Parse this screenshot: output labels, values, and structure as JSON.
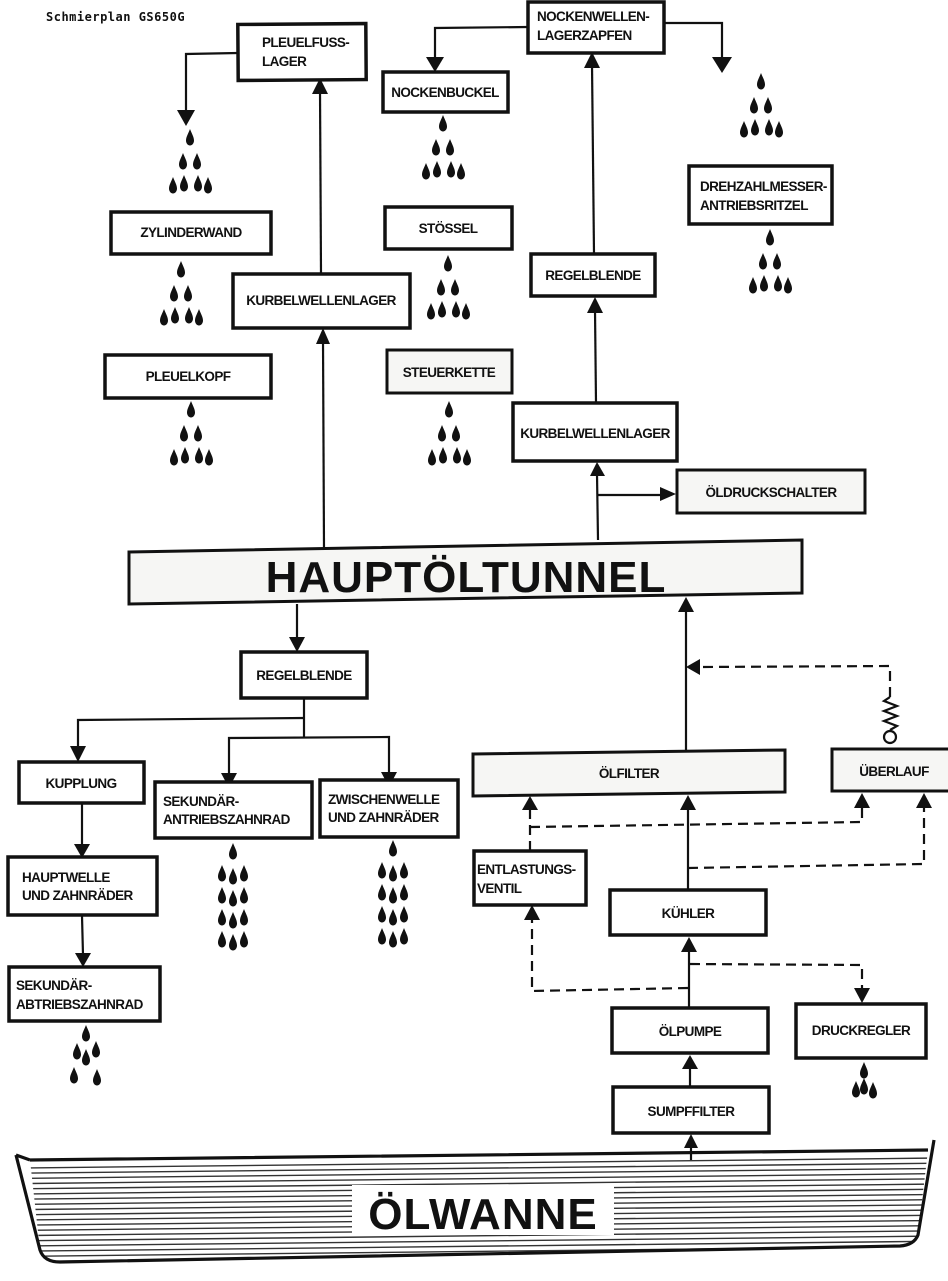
{
  "title": "Schmierplan GS650G",
  "diagram": {
    "nodes": {
      "pleuelfusslager": [
        "PLEUELFUSS-",
        "LAGER"
      ],
      "nockenwellenlagerzapfen": [
        "NOCKENWELLEN-",
        "LAGERZAPFEN"
      ],
      "nockenbuckel": [
        "NOCKENBUCKEL"
      ],
      "drehzahlmesser": [
        "DREHZAHLMESSER-",
        "ANTRIEBSRITZEL"
      ],
      "zylinderwand": [
        "ZYLINDERWAND"
      ],
      "kurbelwellenlager_left": [
        "KURBELWELLENLAGER"
      ],
      "stoessel": [
        "STÖSSEL"
      ],
      "regelblende_top": [
        "REGELBLENDE"
      ],
      "pleuelkopf": [
        "PLEUELKOPF"
      ],
      "steuerkette": [
        "STEUERKETTE"
      ],
      "kurbelwellenlager_right": [
        "KURBELWELLENLAGER"
      ],
      "oeldruckschalter": [
        "ÖLDRUCKSCHALTER"
      ],
      "hauptoeltunnel": [
        "HAUPTÖLTUNNEL"
      ],
      "regelblende_bottom": [
        "REGELBLENDE"
      ],
      "kupplung": [
        "KUPPLUNG"
      ],
      "sekundaerantrieb": [
        "SEKUNDÄR-",
        "ANTRIEBSZAHNRAD"
      ],
      "zwischenwelle": [
        "ZWISCHENWELLE",
        "UND ZAHNRÄDER"
      ],
      "hauptwelle": [
        "HAUPTWELLE",
        "UND ZAHNRÄDER"
      ],
      "sekundaerabtrieb": [
        "SEKUNDÄR-",
        "ABTRIEBSZAHNRAD"
      ],
      "oelfilter": [
        "ÖLFILTER"
      ],
      "ueberlauf": [
        "ÜBERLAUF"
      ],
      "entlastungsventil": [
        "ENTLASTUNGS-",
        "VENTIL"
      ],
      "kuehler": [
        "KÜHLER"
      ],
      "oelpumpe": [
        "ÖLPUMPE"
      ],
      "druckregler": [
        "DRUCKREGLER"
      ],
      "sumpffilter": [
        "SUMPFFILTER"
      ],
      "oelwanne": [
        "ÖLWANNE"
      ]
    },
    "edges": [
      {
        "from": "oelwanne",
        "to": "sumpffilter",
        "style": "solid"
      },
      {
        "from": "sumpffilter",
        "to": "oelpumpe",
        "style": "solid"
      },
      {
        "from": "oelpumpe",
        "to": "kuehler",
        "style": "solid"
      },
      {
        "from": "oelpumpe",
        "to": "druckregler",
        "style": "dashed"
      },
      {
        "from": "oelpumpe",
        "to": "entlastungsventil",
        "style": "dashed"
      },
      {
        "from": "kuehler",
        "to": "oelfilter",
        "style": "solid"
      },
      {
        "from": "kuehler",
        "to": "ueberlauf",
        "style": "dashed"
      },
      {
        "from": "entlastungsventil",
        "to": "oelfilter",
        "style": "dashed"
      },
      {
        "from": "entlastungsventil",
        "to": "ueberlauf",
        "style": "dashed"
      },
      {
        "from": "ueberlauf",
        "to": "hauptoeltunnel",
        "style": "dashed"
      },
      {
        "from": "oelfilter",
        "to": "hauptoeltunnel",
        "style": "solid"
      },
      {
        "from": "hauptoeltunnel",
        "to": "regelblende_bottom",
        "style": "solid"
      },
      {
        "from": "regelblende_bottom",
        "to": "kupplung",
        "style": "solid"
      },
      {
        "from": "regelblende_bottom",
        "to": "sekundaerantrieb",
        "style": "solid"
      },
      {
        "from": "regelblende_bottom",
        "to": "zwischenwelle",
        "style": "solid"
      },
      {
        "from": "kupplung",
        "to": "hauptwelle",
        "style": "solid"
      },
      {
        "from": "hauptwelle",
        "to": "sekundaerabtrieb",
        "style": "solid"
      },
      {
        "from": "hauptoeltunnel",
        "to": "kurbelwellenlager_left",
        "style": "solid"
      },
      {
        "from": "kurbelwellenlager_left",
        "to": "pleuelfusslager",
        "style": "solid"
      },
      {
        "from": "pleuelfusslager",
        "to": "drip",
        "style": "solid"
      },
      {
        "from": "hauptoeltunnel",
        "to": "kurbelwellenlager_right",
        "style": "solid"
      },
      {
        "from": "hauptoeltunnel",
        "to": "oeldruckschalter",
        "style": "solid"
      },
      {
        "from": "kurbelwellenlager_right",
        "to": "regelblende_top",
        "style": "solid"
      },
      {
        "from": "regelblende_top",
        "to": "nockenwellenlagerzapfen",
        "style": "solid"
      },
      {
        "from": "nockenwellenlagerzapfen",
        "to": "nockenbuckel",
        "style": "solid"
      },
      {
        "from": "nockenwellenlagerzapfen",
        "to": "drip",
        "style": "solid"
      }
    ]
  }
}
